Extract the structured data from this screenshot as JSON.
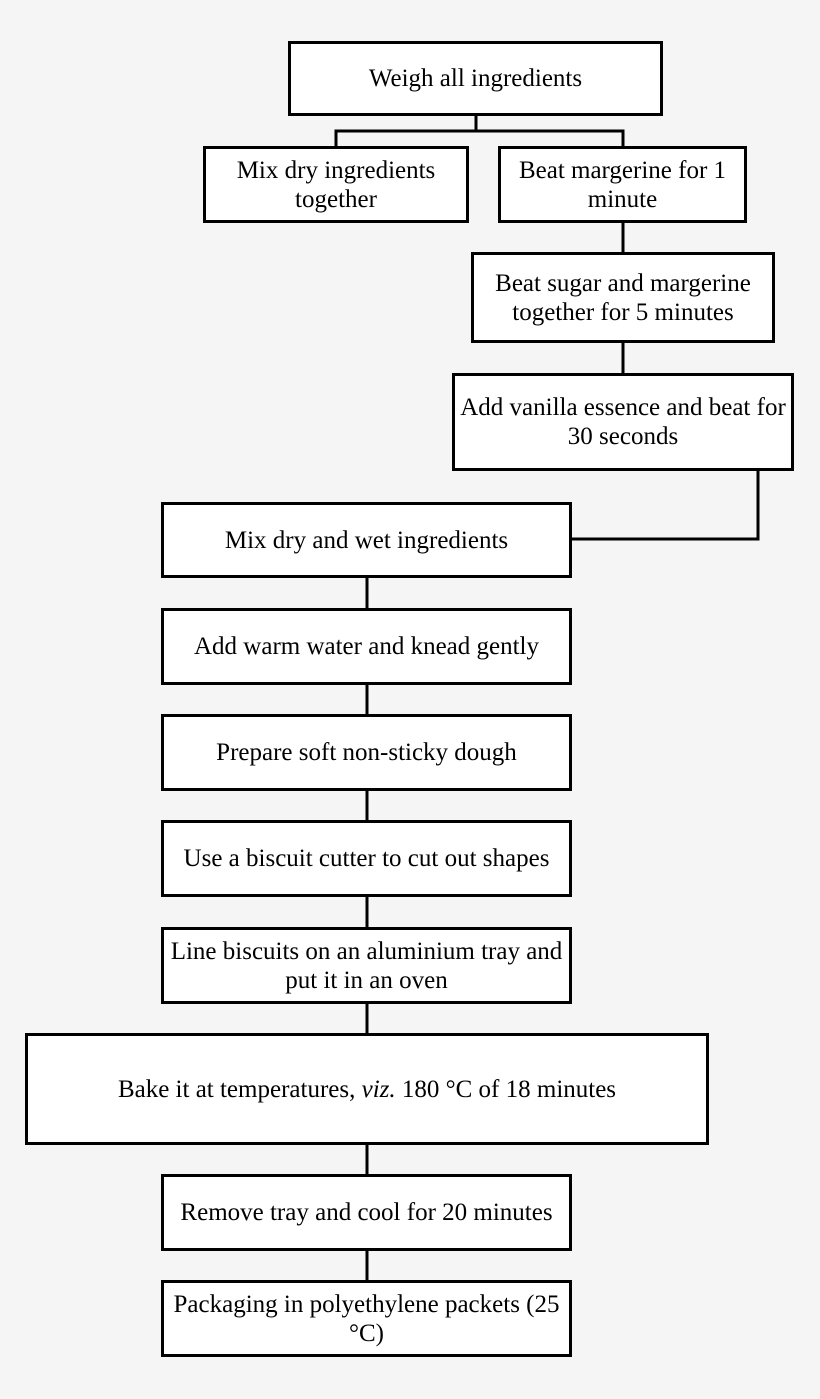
{
  "steps": {
    "weigh": "Weigh all ingredients",
    "mix_dry": "Mix dry ingredients together",
    "beat_margarine": "Beat margerine for 1 minute",
    "beat_sugar": "Beat sugar and margerine together for 5 minutes",
    "vanilla": "Add vanilla essence and beat for 30 seconds",
    "mix_dry_wet": "Mix dry and wet ingredients",
    "add_water": "Add warm water and knead gently",
    "prepare_dough": "Prepare soft non-sticky dough",
    "cut_shapes": "Use a biscuit cutter to cut out shapes",
    "line_biscuits": "Line biscuits on an aluminium tray and put it in an oven",
    "bake": {
      "before": "Bake it at temperatures, ",
      "italic": "viz.",
      "after": " 180 °C of 18 minutes"
    },
    "remove_tray": "Remove tray and cool for 20 minutes",
    "packaging": "Packaging in polyethylene packets (25 °C)"
  }
}
